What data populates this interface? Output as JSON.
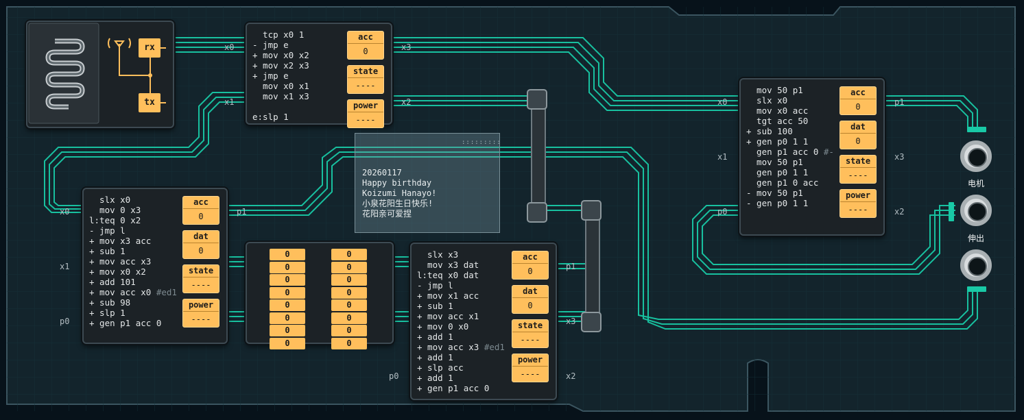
{
  "boards": [
    {
      "id": "b1",
      "code": [
        "  tcp x0 1",
        "- jmp e",
        "+ mov x0 x2",
        "+ mov x2 x3",
        "+ jmp e",
        "  mov x0 x1",
        "  mov x1 x3",
        "",
        "e:slp 1"
      ],
      "regs": [
        {
          "label": "acc",
          "value": "0"
        },
        {
          "label": "state",
          "value": "----"
        },
        {
          "label": "power",
          "value": "----"
        }
      ],
      "pins": {
        "x0": "x0",
        "x1": "x1",
        "x3": "x3",
        "x2": "x2"
      }
    },
    {
      "id": "b2",
      "code": [
        "  slx x0",
        "  mov 0 x3",
        "l:teq 0 x2",
        "- jmp l",
        "+ mov x3 acc",
        "+ sub 1",
        "+ mov acc x3",
        "+ mov x0 x2",
        "+ add 101",
        "+ mov acc x0 #ed1",
        "+ sub 98",
        "+ slp 1",
        "+ gen p1 acc 0"
      ],
      "regs": [
        {
          "label": "acc",
          "value": "0"
        },
        {
          "label": "dat",
          "value": "0"
        },
        {
          "label": "state",
          "value": "----"
        },
        {
          "label": "power",
          "value": "----"
        }
      ],
      "pins": {
        "x0": "x0",
        "x1": "x1",
        "p0": "p0",
        "p1": "p1"
      }
    },
    {
      "id": "b3",
      "code": [
        "  slx x3",
        "  mov x3 dat",
        "l:teq x0 dat",
        "- jmp l",
        "+ mov x1 acc",
        "+ sub 1",
        "+ mov acc x1",
        "+ mov 0 x0",
        "+ add 1",
        "+ mov acc x3 #ed1",
        "+ add 1",
        "+ slp acc",
        "+ add 1",
        "+ gen p1 acc 0"
      ],
      "regs": [
        {
          "label": "acc",
          "value": "0"
        },
        {
          "label": "dat",
          "value": "0"
        },
        {
          "label": "state",
          "value": "----"
        },
        {
          "label": "power",
          "value": "----"
        }
      ],
      "pins": {
        "p1": "p1",
        "x3": "x3",
        "p0": "p0",
        "x2": "x2"
      }
    },
    {
      "id": "b4",
      "code": [
        "  mov 50 p1",
        "  slx x0",
        "  mov x0 acc",
        "  tgt acc 50",
        "+ sub 100",
        "+ gen p0 1 1",
        "  gen p1 acc 0 #-",
        "  mov 50 p1",
        "  gen p0 1 1",
        "  gen p1 0 acc",
        "- mov 50 p1",
        "- gen p0 1 1"
      ],
      "regs": [
        {
          "label": "acc",
          "value": "0"
        },
        {
          "label": "dat",
          "value": "0"
        },
        {
          "label": "state",
          "value": "----"
        },
        {
          "label": "power",
          "value": "----"
        }
      ],
      "pins": {
        "x0": "x0",
        "p1": "p1",
        "x1": "x1",
        "x3": "x3",
        "p0": "p0",
        "x2": "x2"
      }
    }
  ],
  "radio": {
    "rx": "rx",
    "tx": "tx",
    "icon": "antenna-icon"
  },
  "rom": {
    "col1": [
      "0",
      "0",
      "0",
      "0",
      "0",
      "0",
      "0",
      "0"
    ],
    "col2": [
      "0",
      "0",
      "0",
      "0",
      "0",
      "0",
      "0",
      "0"
    ]
  },
  "note": {
    "lines": [
      "20260117",
      "Happy birthday",
      "Koizumi Hanayo!",
      "小泉花阳生日快乐!",
      "花阳亲可爱捏"
    ]
  },
  "outputs": [
    {
      "label": "电机"
    },
    {
      "label": "伸出"
    },
    {
      "label": ""
    }
  ],
  "colors": {
    "wire": "#19c9a6",
    "register": "#ffbf5c",
    "board": "#1c2226",
    "background": "#08131a"
  }
}
